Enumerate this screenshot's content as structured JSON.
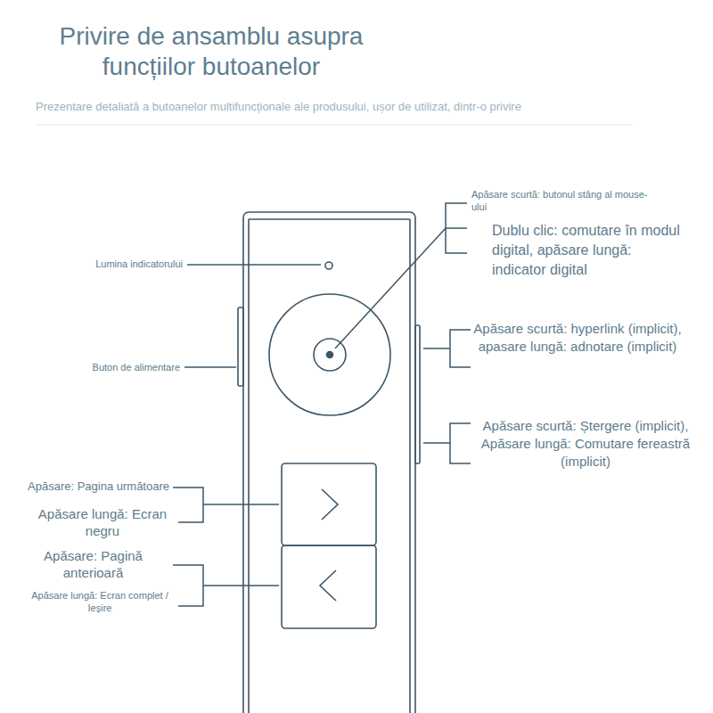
{
  "diagram": {
    "title": "Privire de ansamblu asupra funcțiilor butoanelor",
    "caption": "Prezentare detaliată a butoanelor multifuncționale ale produsului, ușor de utilizat, dintr-o privire",
    "labels": [
      "Apăsare scurtă: butonul stâng al mouse-ului",
      "Dublu clic: comutare în modul digital, apăsare lungă: indicator digital",
      "Lumina indicatorului",
      "Apăsare scurtă: hyperlink (implicit), apasare lungă: adnotare (implicit)",
      "Buton de alimentare",
      "Apăsare scurtă: Ștergere (implicit), Apăsare lungă: Comutare fereastră (implicit)",
      "Apăsare: Pagina următoare",
      "Apăsare lungă: Ecran negru",
      "Apăsare: Pagină anterioară",
      "Apăsare lungă: Ecran complet / Ieșire"
    ]
  }
}
